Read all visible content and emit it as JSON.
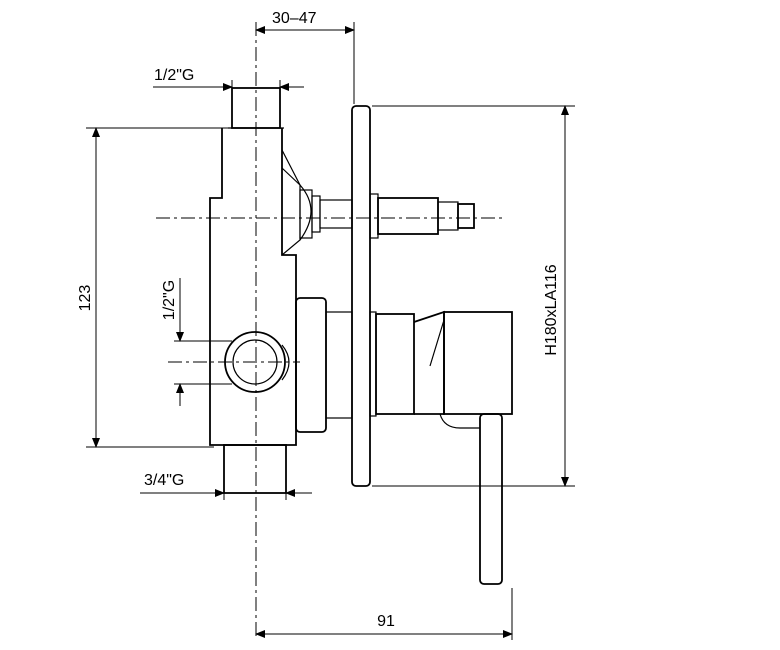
{
  "drawing": {
    "labels": {
      "top_width": "30–47",
      "inlet_top": "1/2\"G",
      "outlet_side": "1/2\"G",
      "inlet_bottom": "3/4\"G",
      "height": "123",
      "plate": "H180xLA116",
      "depth": "91"
    },
    "colors": {
      "line": "#000000",
      "background": "#ffffff"
    }
  }
}
